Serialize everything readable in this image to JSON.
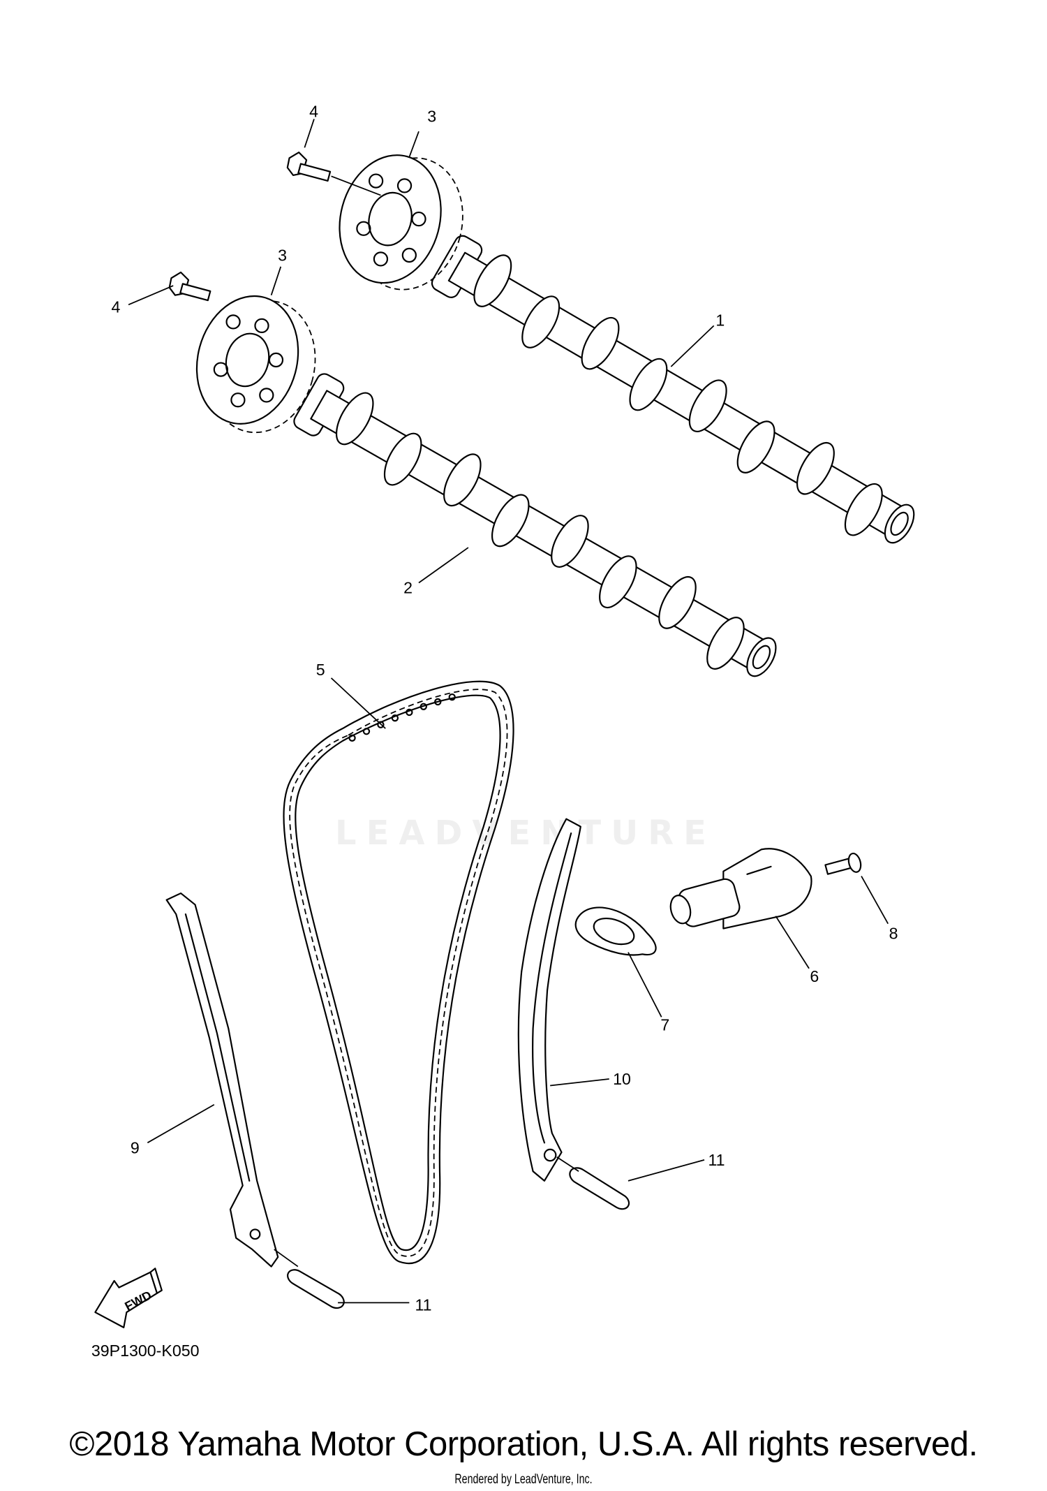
{
  "diagram": {
    "callouts": {
      "c1": "1",
      "c2": "2",
      "c3a": "3",
      "c3b": "3",
      "c4a": "4",
      "c4b": "4",
      "c5": "5",
      "c6": "6",
      "c7": "7",
      "c8": "8",
      "c9": "9",
      "c10": "10",
      "c11a": "11",
      "c11b": "11"
    },
    "fwd_label": "FWD",
    "drawing_code": "39P1300-K050",
    "watermark": "LEADVENTURE"
  },
  "footer": {
    "copyright": "©2018 Yamaha Motor Corporation, U.S.A. All rights reserved.",
    "rendered_by": "Rendered by LeadVenture, Inc."
  }
}
